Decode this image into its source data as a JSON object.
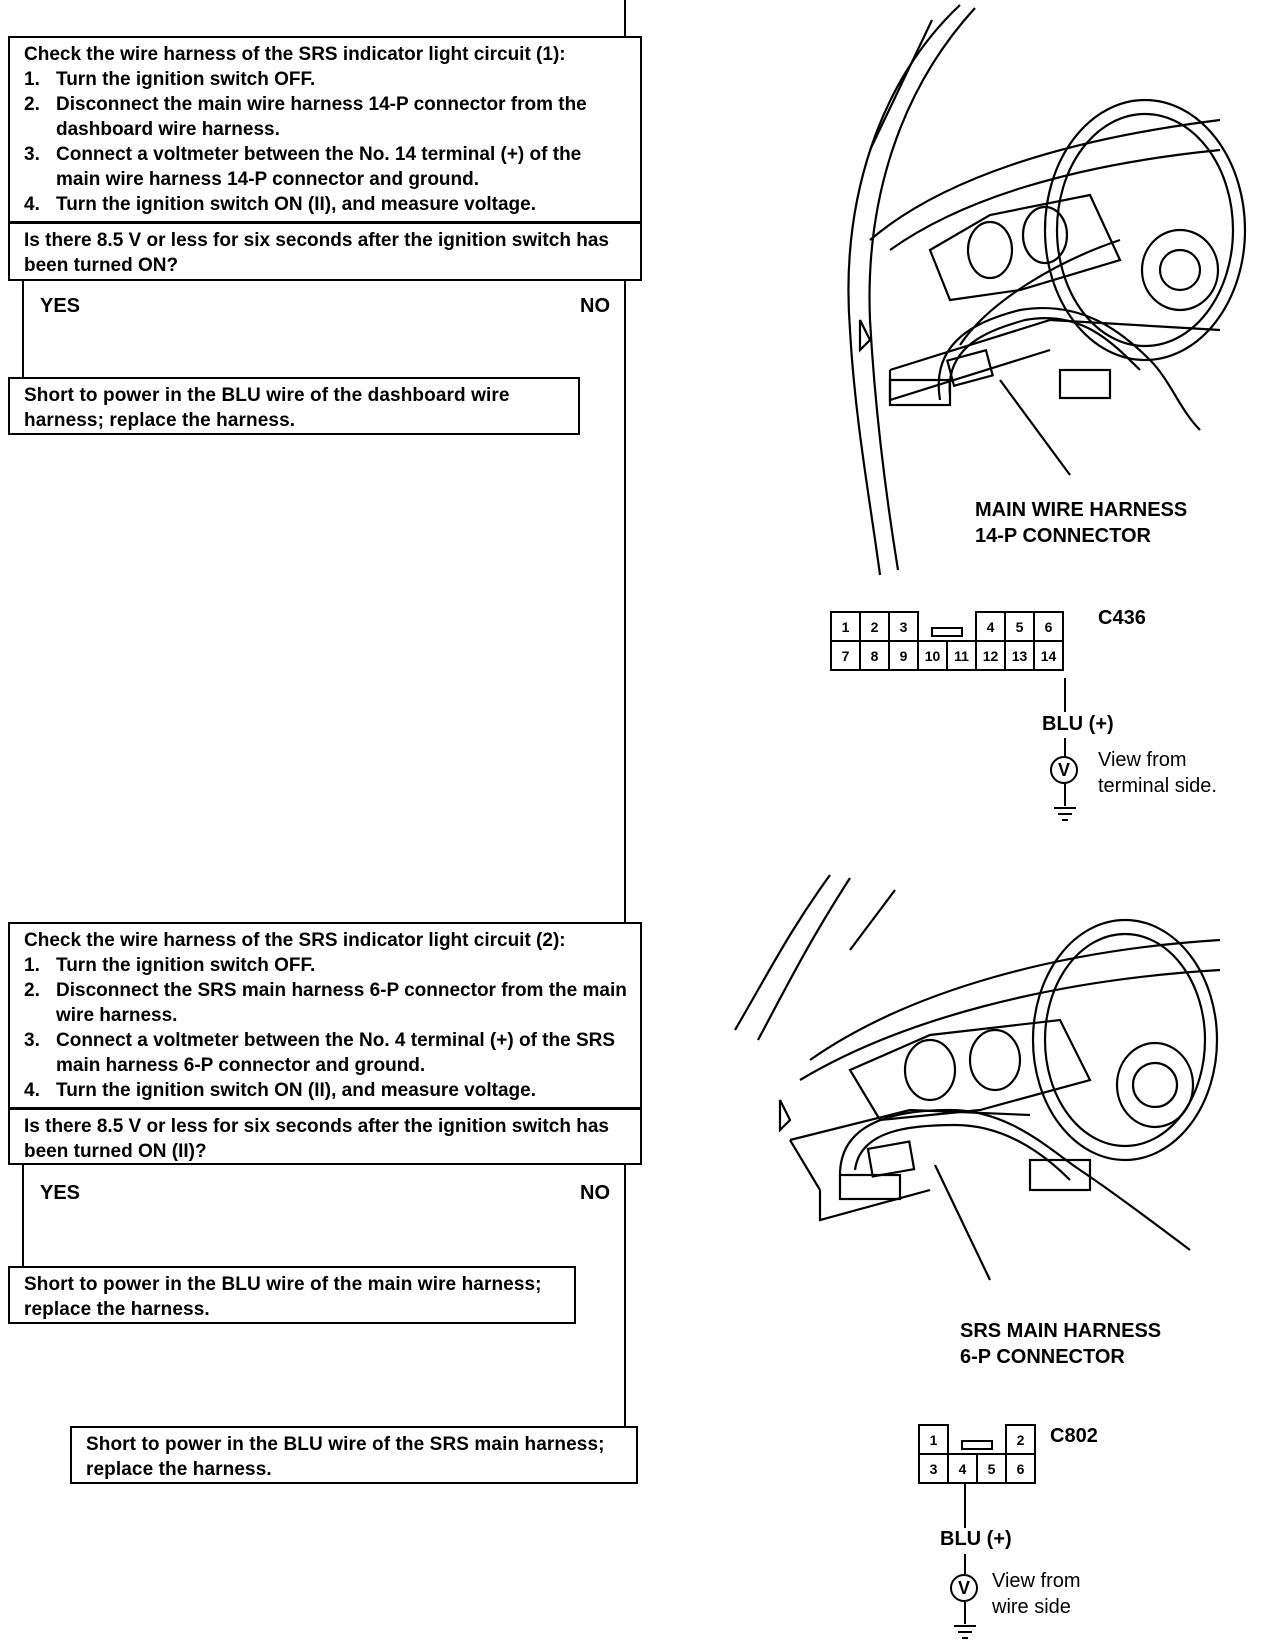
{
  "step1": {
    "box_title": "Check the wire harness of the SRS indicator light circuit (1):",
    "steps": [
      {
        "num": "1.",
        "text": "Turn the ignition switch OFF."
      },
      {
        "num": "2.",
        "text": "Disconnect the main wire harness 14-P connector from the dashboard wire harness."
      },
      {
        "num": "3.",
        "text": "Connect a voltmeter between the No. 14 terminal (+) of the main wire harness 14-P connector and ground."
      },
      {
        "num": "4.",
        "text": "Turn the ignition switch ON (II), and measure voltage."
      }
    ],
    "question": "Is there 8.5 V or less for six seconds after the ignition switch has been turned ON?",
    "yes_label": "YES",
    "no_label": "NO",
    "yes_result": "Short to power in the BLU wire of the dashboard wire harness; replace the harness."
  },
  "step2": {
    "box_title": "Check the wire harness of the SRS indicator light circuit (2):",
    "steps": [
      {
        "num": "1.",
        "text": "Turn the ignition switch OFF."
      },
      {
        "num": "2.",
        "text": "Disconnect the SRS main harness 6-P connector from the main wire harness."
      },
      {
        "num": "3.",
        "text": "Connect a voltmeter between the No. 4 terminal (+) of the SRS main harness 6-P connector and ground."
      },
      {
        "num": "4.",
        "text": "Turn the ignition switch ON (II), and measure voltage."
      }
    ],
    "question": "Is there 8.5 V or less for six seconds after the ignition switch has been turned ON (II)?",
    "yes_label": "YES",
    "no_label": "NO",
    "yes_result": "Short to power in the BLU wire of the main wire harness; replace the harness.",
    "no_result": "Short to power in the BLU wire of the SRS main harness; replace the harness."
  },
  "figure1": {
    "callout": "MAIN WIRE HARNESS\n14-P CONNECTOR",
    "connector_id": "C436",
    "row_top": [
      "1",
      "2",
      "3",
      "",
      "4",
      "5",
      "6"
    ],
    "row_bottom": [
      "7",
      "8",
      "9",
      "10",
      "11",
      "12",
      "13",
      "14"
    ],
    "wire_label": "BLU (+)",
    "meter_symbol": "V",
    "view_note": "View from\nterminal side."
  },
  "figure2": {
    "callout": "SRS MAIN HARNESS\n6-P CONNECTOR",
    "connector_id": "C802",
    "row_top": [
      "1",
      "",
      "2"
    ],
    "row_bottom": [
      "3",
      "4",
      "5",
      "6"
    ],
    "wire_label": "BLU (+)",
    "meter_symbol": "V",
    "view_note": "View from\nwire side"
  }
}
